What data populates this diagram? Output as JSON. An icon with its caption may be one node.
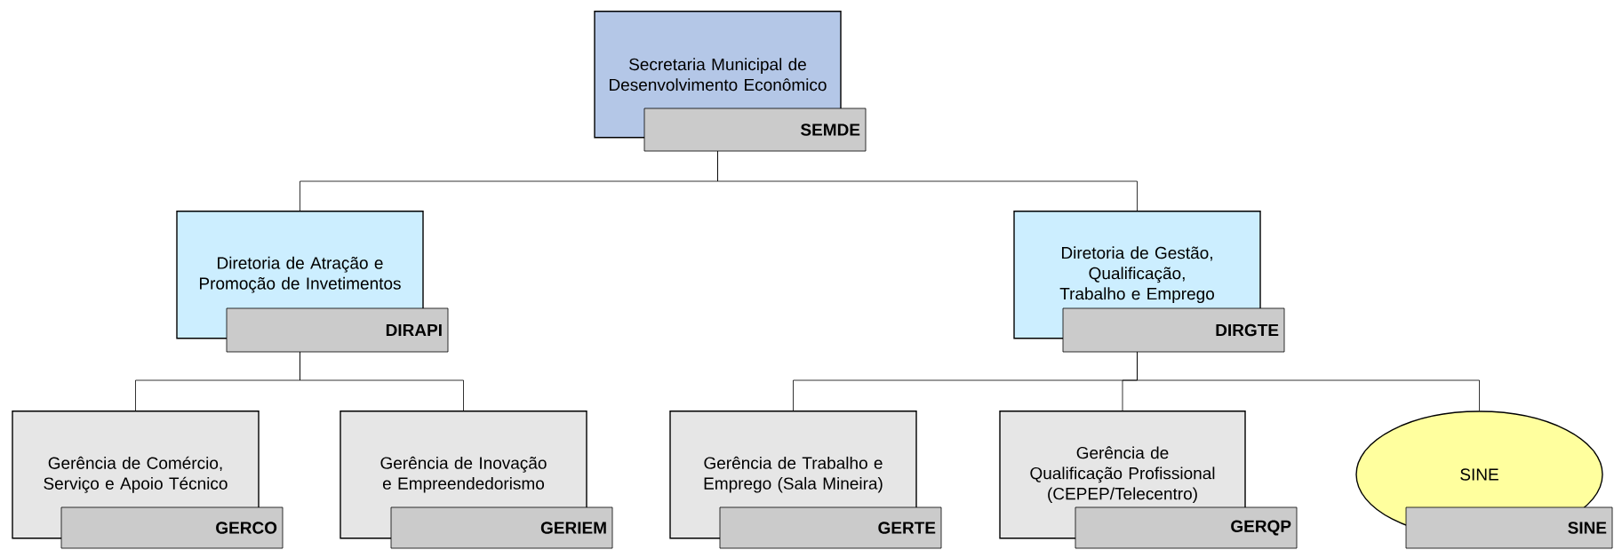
{
  "diagram": {
    "nodes": [
      {
        "text": [
          "Secretaria Municipal de Desenvolvimento Econômico"
        ]
      },
      {
        "text": [
          "SEMDE"
        ]
      },
      {
        "text": [
          "Diretoria de Atração e Promoção de Invetimentos"
        ]
      },
      {
        "text": [
          "DIRAPI"
        ]
      },
      {
        "text": [
          "Diretoria de Gestão, Qualificação, Trabalho e Emprego"
        ]
      },
      {
        "text": [
          "DIRGTE"
        ]
      },
      {
        "text": [
          "Gerência de Comércio, Serviço e Apoio Técnico"
        ]
      },
      {
        "text": [
          "GERCO"
        ]
      },
      {
        "text": [
          "Gerência de Inovação e Empreendedorismo"
        ]
      },
      {
        "text": [
          "GERIEM"
        ]
      },
      {
        "text": [
          "Gerência de Trabalho e Emprego (Sala Mineira)"
        ]
      },
      {
        "text": [
          "GERTE"
        ]
      },
      {
        "text": [
          "Gerência de Qualificação Profissional (CEPEP/Telecentro)"
        ]
      },
      {
        "text": [
          "GERQP"
        ]
      },
      {
        "text": [
          "SINE"
        ]
      },
      {
        "text": [
          "SINE"
        ]
      }
    ],
    "edges": [
      {
        "from": 1,
        "to": 2,
        "arrow": "none"
      },
      {
        "from": 1,
        "to": 4,
        "arrow": "none"
      },
      {
        "from": 3,
        "to": 6,
        "arrow": "none"
      },
      {
        "from": 3,
        "to": 8,
        "arrow": "none"
      },
      {
        "from": 5,
        "to": 10,
        "arrow": "none"
      },
      {
        "from": 5,
        "to": 12,
        "arrow": "none"
      },
      {
        "from": 5,
        "to": 14,
        "arrow": "none"
      }
    ]
  }
}
